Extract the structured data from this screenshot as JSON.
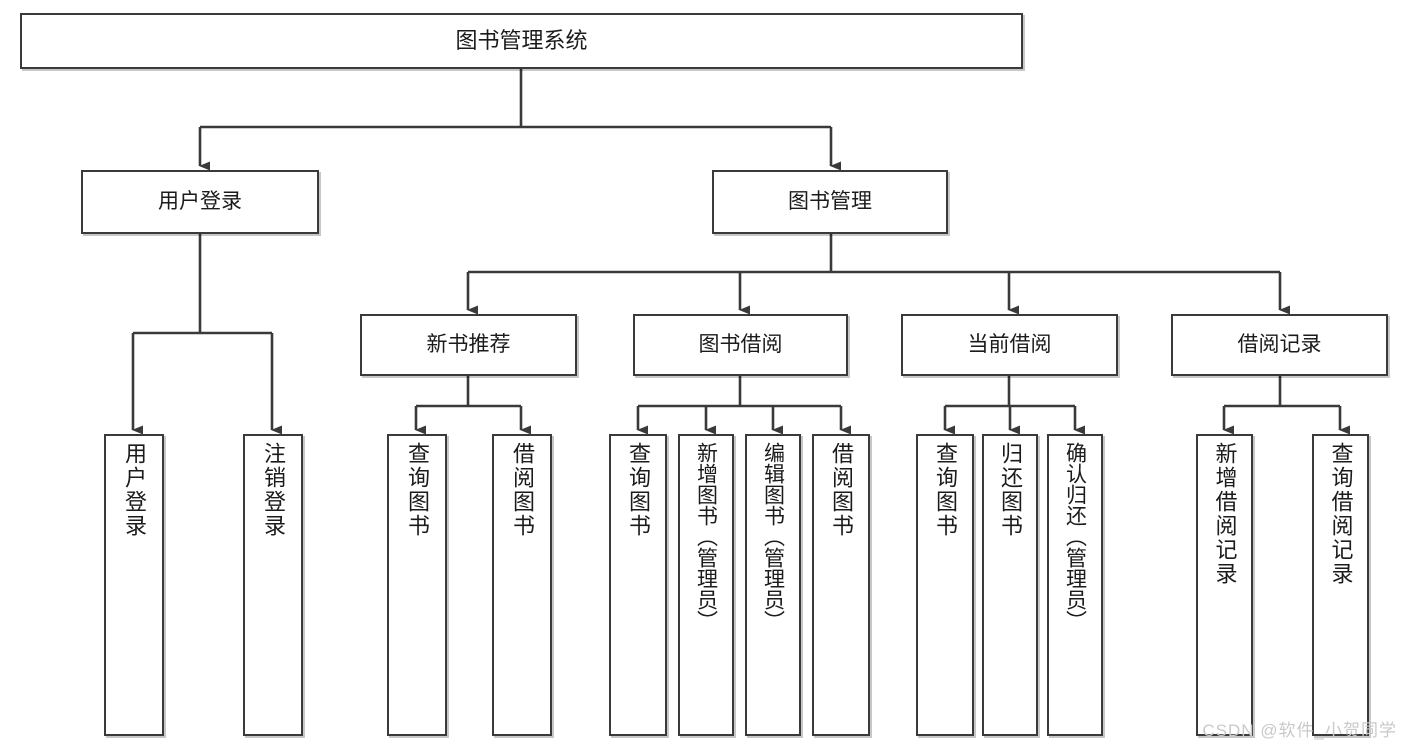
{
  "diagram": {
    "title": "图书管理系统",
    "type": "hierarchy-tree",
    "watermark": "CSDN @软件_小贺同学",
    "colors": {
      "box_border": "#3a3a3a",
      "box_fill": "#ffffff",
      "connector": "#3a3a3a",
      "text": "#1b1b1b",
      "watermark": "#c9c9c9"
    },
    "root": {
      "label": "图书管理系统"
    },
    "level2": [
      {
        "label": "用户登录"
      },
      {
        "label": "图书管理"
      }
    ],
    "level3": [
      {
        "label": "新书推荐"
      },
      {
        "label": "图书借阅"
      },
      {
        "label": "当前借阅"
      },
      {
        "label": "借阅记录"
      }
    ],
    "leaves": {
      "user_login": [
        {
          "label": "用户登录"
        },
        {
          "label": "注销登录"
        }
      ],
      "new_book": [
        {
          "label": "查询图书"
        },
        {
          "label": "借阅图书"
        }
      ],
      "book_borrow": [
        {
          "label": "查询图书"
        },
        {
          "label": "新增图书（管理员）"
        },
        {
          "label": "编辑图书（管理员）"
        },
        {
          "label": "借阅图书"
        }
      ],
      "current_borrow": [
        {
          "label": "查询图书"
        },
        {
          "label": "归还图书"
        },
        {
          "label": "确认归还（管理员）"
        }
      ],
      "borrow_record": [
        {
          "label": "新增借阅记录"
        },
        {
          "label": "查询借阅记录"
        }
      ]
    }
  }
}
